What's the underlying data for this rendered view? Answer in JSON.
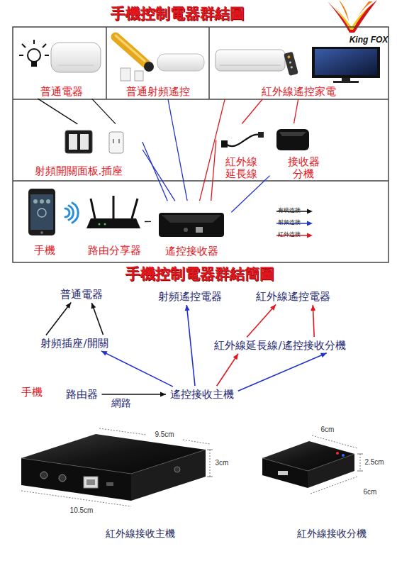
{
  "diagram": {
    "title": "手機控制電器群結圖",
    "nodes": [
      {
        "text": [
          "普通電器"
        ]
      },
      {
        "text": [
          "普通射頻遙控"
        ]
      },
      {
        "text": [
          "紅外線遙控家電"
        ]
      },
      {
        "text": [
          "射頻開關面板.插座"
        ]
      },
      {
        "text": [
          "紅外線 延長線"
        ]
      },
      {
        "text": [
          "接收器 分機"
        ]
      },
      {
        "text": [
          "手機"
        ]
      },
      {
        "text": [
          "路由分享器"
        ]
      },
      {
        "text": [
          "遙控接收器"
        ]
      },
      {
        "text": [
          "普通電器"
        ]
      },
      {
        "text": [
          "射頻遙控電器"
        ]
      },
      {
        "text": [
          "紅外線遙控電器"
        ]
      },
      {
        "text": [
          "射頻插座/開關"
        ]
      },
      {
        "text": [
          "紅外線延長線/遙控接收分機"
        ]
      },
      {
        "text": [
          "手機"
        ]
      },
      {
        "text": [
          "路由器"
        ]
      },
      {
        "text": [
          "遙控接收主機"
        ]
      }
    ],
    "edges": [
      {
        "from": 0,
        "to": 3,
        "arrow": "none"
      },
      {
        "from": 0,
        "to": 3,
        "arrow": "none"
      },
      {
        "from": 3,
        "to": 8,
        "arrow": "none"
      },
      {
        "from": 3,
        "to": 8,
        "arrow": "none"
      },
      {
        "from": 1,
        "to": 8,
        "arrow": "none"
      },
      {
        "from": 8,
        "to": 2,
        "arrow": "none"
      },
      {
        "from": 8,
        "to": 4,
        "arrow": "none"
      },
      {
        "from": 8,
        "to": 5,
        "arrow": "none"
      },
      {
        "from": 4,
        "to": 2,
        "arrow": "none"
      },
      {
        "from": 5,
        "to": 2,
        "arrow": "none"
      },
      {
        "from": 7,
        "to": 8,
        "arrow": "none"
      },
      {
        "from": 12,
        "to": 9,
        "arrow": "to"
      },
      {
        "from": 12,
        "to": 9,
        "arrow": "to"
      },
      {
        "from": 16,
        "to": 12,
        "arrow": "to"
      },
      {
        "from": 16,
        "to": 10,
        "arrow": "to"
      },
      {
        "from": 16,
        "to": 13,
        "arrow": "to"
      },
      {
        "from": 16,
        "to": 13,
        "arrow": "to"
      },
      {
        "from": 13,
        "to": 11,
        "arrow": "to"
      },
      {
        "from": 13,
        "to": 11,
        "arrow": "to"
      },
      {
        "from": 15,
        "to": 16,
        "label": "網路",
        "arrow": "to"
      }
    ],
    "labels": [
      "King FOX",
      "手機控制電器群結簡圖",
      "9.5cm",
      "3cm",
      "10.5cm",
      "紅外線接收主機",
      "6cm",
      "2.5cm",
      "6cm",
      "紅外線接收分機"
    ],
    "legend": [
      {
        "text": "有线连接"
      },
      {
        "text": "射频连接"
      },
      {
        "text": "紅外连接"
      }
    ]
  }
}
